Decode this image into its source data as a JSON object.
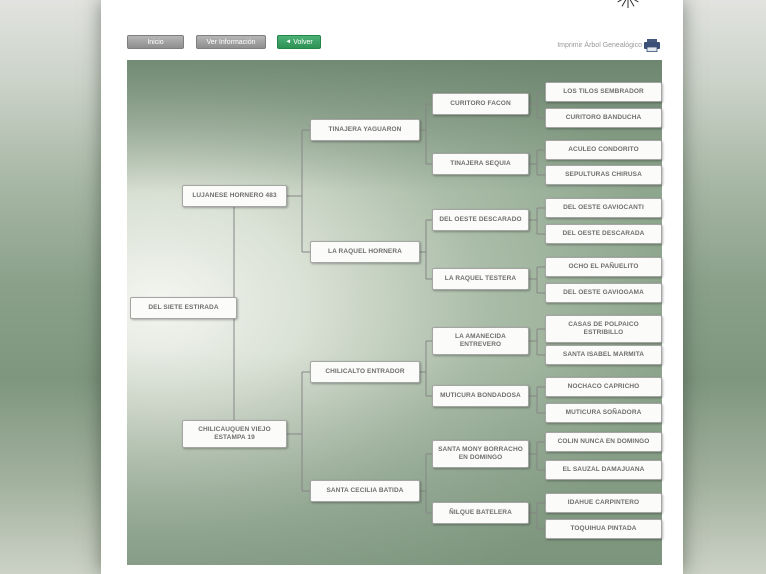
{
  "toolbar": {
    "inicio": "Inicio",
    "ver_informacion": "Ver Información",
    "volver": "Volver",
    "imprimir": "Imprimir Árbol Genealógico"
  },
  "icons": {
    "back_arrow": "◄"
  },
  "colors": {
    "button_green": "#2e9254",
    "button_gray": "#9e9e9e",
    "printer_blue": "#3c5077",
    "panel_green": "#8fa68e"
  },
  "tree": {
    "root": "DEL SIETE ESTIRADA",
    "gen2": [
      "LUJANESE HORNERO 483",
      "CHILICAUQUEN VIEJO ESTAMPA 19"
    ],
    "gen3": [
      "TINAJERA YAGUARON",
      "LA RAQUEL HORNERA",
      "CHILICALTO ENTRADOR",
      "SANTA CECILIA BATIDA"
    ],
    "gen4": [
      "CURITORO FACON",
      "TINAJERA SEQUIA",
      "DEL OESTE DESCARADO",
      "LA RAQUEL TESTERA",
      "LA AMANECIDA ENTREVERO",
      "MUTICURA BONDADOSA",
      "SANTA MONY BORRACHO EN DOMINGO",
      "ÑILQUE BATELERA"
    ],
    "gen5": [
      "LOS TILOS SEMBRADOR",
      "CURITORO BANDUCHA",
      "ACULEO CONDORITO",
      "SEPULTURAS CHIRUSA",
      "DEL OESTE GAVIOCANTI",
      "DEL OESTE DESCARADA",
      "OCHO EL PAÑUELITO",
      "DEL OESTE GAVIOGAMA",
      "CASAS DE POLPAICO ESTRIBILLO",
      "SANTA ISABEL MARMITA",
      "NOCHACO CAPRICHO",
      "MUTICURA SOÑADORA",
      "COLIN NUNCA EN DOMINGO",
      "EL SAUZAL DAMAJUANA",
      "IDAHUE CARPINTERO",
      "TOQUIHUA PINTADA"
    ]
  }
}
